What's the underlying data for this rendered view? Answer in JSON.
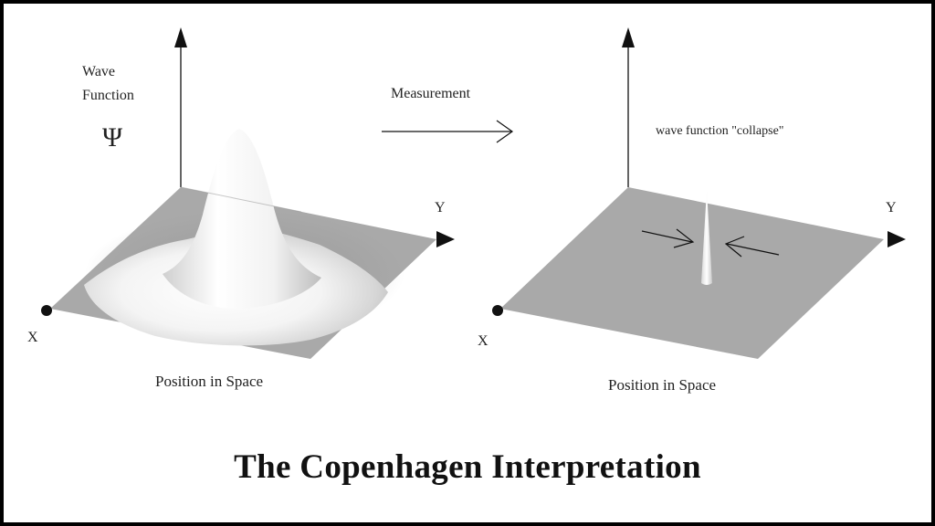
{
  "left_panel": {
    "axis_label_line1": "Wave",
    "axis_label_line2": "Function",
    "psi_symbol": "Ψ",
    "y_axis_label": "Y",
    "x_axis_label": "X",
    "base_label": "Position in Space"
  },
  "transition": {
    "label": "Measurement"
  },
  "right_panel": {
    "collapse_label": "wave function \"collapse\"",
    "y_axis_label": "Y",
    "x_axis_label": "X",
    "base_label": "Position in Space"
  },
  "caption": "The Copenhagen Interpretation",
  "colors": {
    "plane": "#a9a9a9",
    "axis": "#111111",
    "border": "#000000",
    "background": "#ffffff"
  }
}
